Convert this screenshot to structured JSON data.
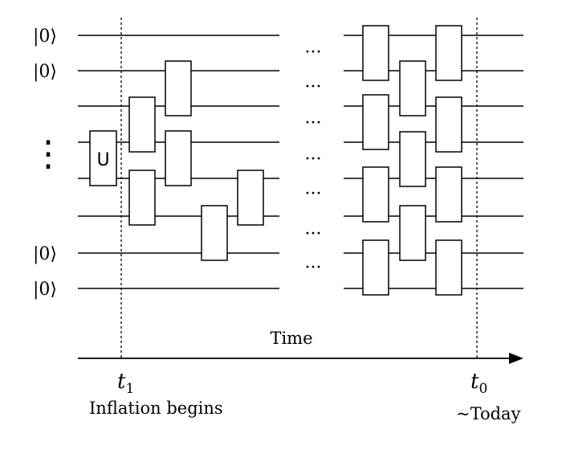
{
  "ket_label": "|0⟩",
  "gate_label": "U",
  "vertical_dots": "⋮",
  "ellipsis": "···",
  "axis": {
    "label": "Time"
  },
  "markers": {
    "start": {
      "symbol": "t",
      "subscript": "1",
      "caption": "Inflation begins"
    },
    "end": {
      "symbol": "t",
      "subscript": "0",
      "caption": "~Today"
    }
  },
  "colors": {
    "line": "#000000",
    "gate_fill": "#ffffff",
    "background": "#ffffff"
  }
}
